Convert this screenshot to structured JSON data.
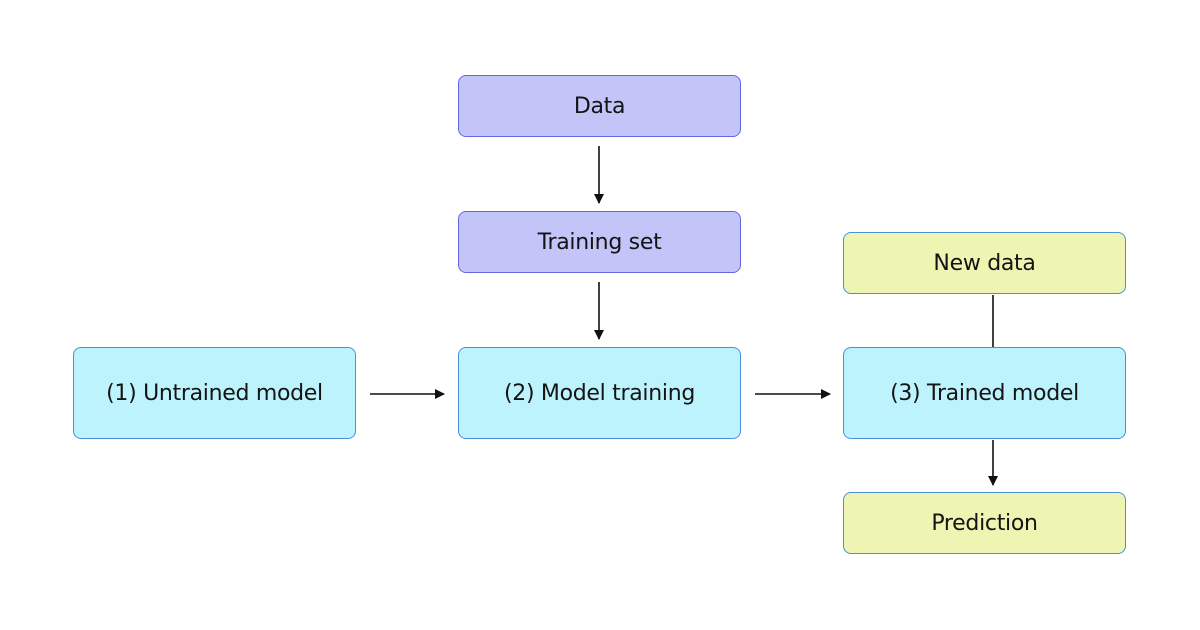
{
  "diagram": {
    "nodes": {
      "data": "Data",
      "training_set": "Training set",
      "untrained_model": "(1) Untrained model",
      "model_training": "(2) Model training",
      "new_data": "New data",
      "trained_model": "(3) Trained model",
      "prediction": "Prediction"
    },
    "edges": [
      {
        "from": "data",
        "to": "training_set"
      },
      {
        "from": "training_set",
        "to": "model_training"
      },
      {
        "from": "untrained_model",
        "to": "model_training"
      },
      {
        "from": "model_training",
        "to": "trained_model"
      },
      {
        "from": "new_data",
        "to": "trained_model"
      },
      {
        "from": "trained_model",
        "to": "prediction"
      }
    ],
    "colors": {
      "input_fill": "#c3c4f7",
      "input_border": "#6666e0",
      "model_fill": "#bdf3fc",
      "model_border": "#4a90d8",
      "output_fill": "#eef5b3",
      "arrow": "#111111"
    }
  }
}
